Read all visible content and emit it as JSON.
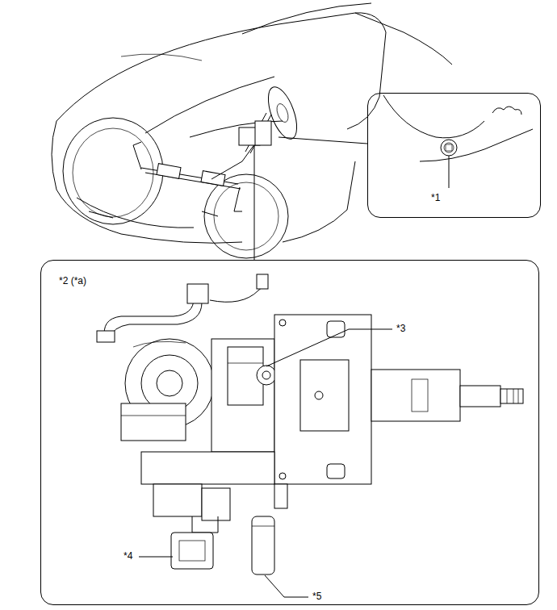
{
  "diagram": {
    "nodes": [
      {
        "text": [
          "*1"
        ]
      },
      {
        "text": [
          "*2 (*a)"
        ]
      }
    ],
    "labels": [
      "*3",
      "*4",
      "*5"
    ]
  }
}
